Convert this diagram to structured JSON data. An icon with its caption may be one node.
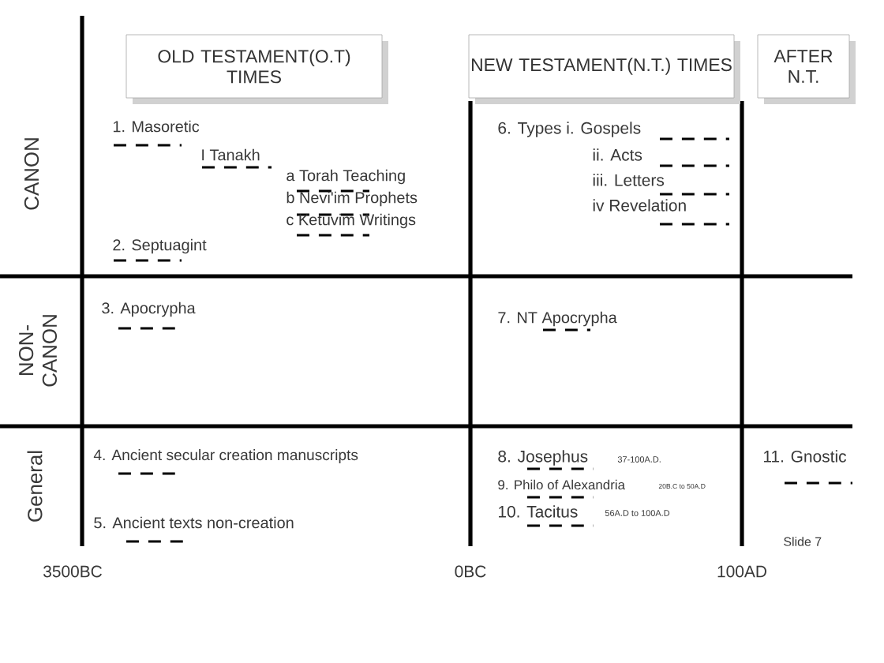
{
  "diagram": {
    "nodes": [
      {
        "text": [
          "OLD TESTAMENT(O.T) TIMES"
        ]
      },
      {
        "text": [
          "NEW TESTAMENT(N.T.) TIMES"
        ]
      },
      {
        "text": [
          "AFTER N.T."
        ]
      }
    ],
    "edges": [],
    "labels": [
      "CANON",
      "NON- CANON",
      "General",
      "1. Masoretic",
      "I Tanakh",
      "a Torah Teaching",
      "b Nevi'im Prophets",
      "c Ketuvim Writings",
      "2. Septuagint",
      "6. Types i. Gospels",
      "ii. Acts",
      "iii. Letters",
      "iv Revelation",
      "3. Apocrypha",
      "7. NT Apocrypha",
      "4. Ancient secular creation manuscripts",
      "5. Ancient texts non-creation",
      "8. Josephus",
      "37-100A.D.",
      "9. Philo of Alexandria",
      "20B.C to 50A.D",
      "10. Tacitus",
      "56A.D to 100A.D",
      "11. Gnostic",
      "3500BC",
      "0BC",
      "100AD",
      "Slide 7"
    ]
  }
}
